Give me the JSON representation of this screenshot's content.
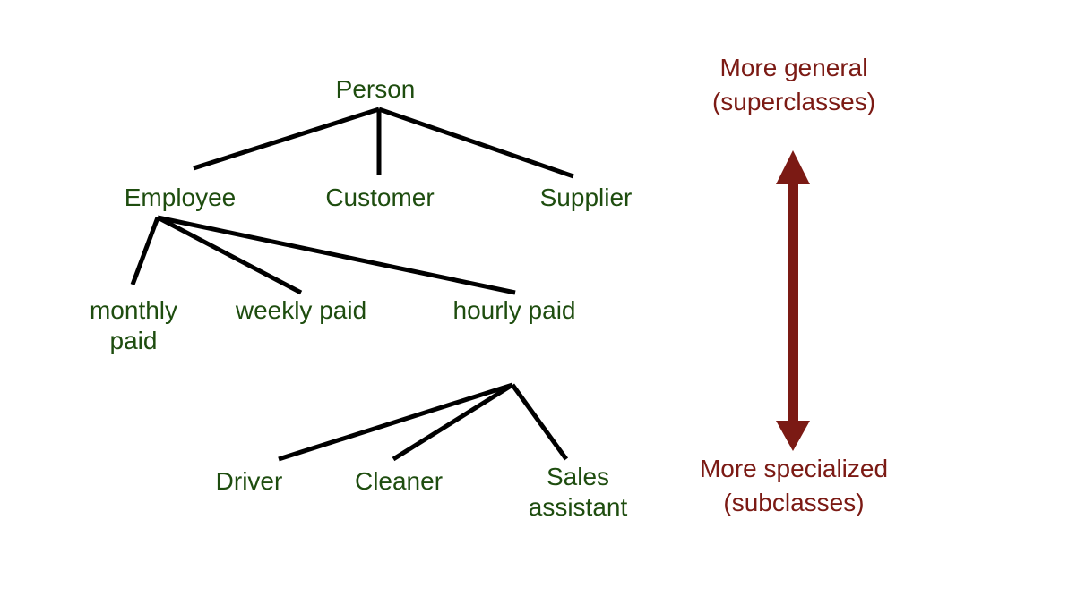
{
  "diagram": {
    "colors": {
      "node_text": "#1e4d0f",
      "scale_text": "#7b1a14",
      "connector": "#000000",
      "arrow": "#7b1a14"
    },
    "nodes": {
      "person": "Person",
      "employee": "Employee",
      "customer": "Customer",
      "supplier": "Supplier",
      "monthly_paid": "monthly paid",
      "weekly_paid": "weekly paid",
      "hourly_paid": "hourly paid",
      "driver": "Driver",
      "cleaner": "Cleaner",
      "sales_assistant": "Sales assistant"
    },
    "edges": [
      [
        "person",
        "employee"
      ],
      [
        "person",
        "customer"
      ],
      [
        "person",
        "supplier"
      ],
      [
        "employee",
        "monthly_paid"
      ],
      [
        "employee",
        "weekly_paid"
      ],
      [
        "employee",
        "hourly_paid"
      ],
      [
        "hourly_paid",
        "driver"
      ],
      [
        "hourly_paid",
        "cleaner"
      ],
      [
        "hourly_paid",
        "sales_assistant"
      ]
    ],
    "scale": {
      "top_line1": "More general",
      "top_line2": "(superclasses)",
      "bottom_line1": "More specialized",
      "bottom_line2": "(subclasses)",
      "arrow_icon": "double-headed-vertical-arrow-icon"
    }
  }
}
